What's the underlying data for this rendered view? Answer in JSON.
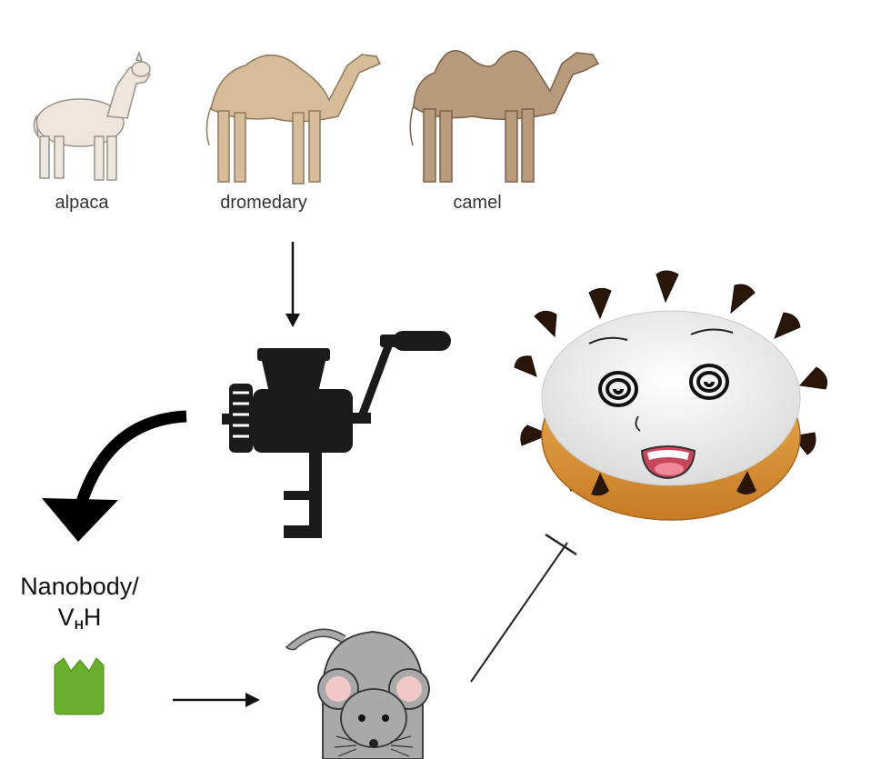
{
  "animals": [
    {
      "label": "alpaca",
      "color": "#ece6dc"
    },
    {
      "label": "dromedary",
      "color": "#d6bc98"
    },
    {
      "label": "camel",
      "color": "#b89a7c"
    }
  ],
  "nanobody": {
    "line1": "Nanobody/",
    "v": "V",
    "sub": "H",
    "h": "H",
    "color": "#6ab02e"
  },
  "colors": {
    "grinder": "#1a1a1a",
    "donut_dough": "#e6a54b",
    "sugar": "#f2f2f2",
    "spike": "#2a1608",
    "mouse": "#a9a9a9"
  }
}
